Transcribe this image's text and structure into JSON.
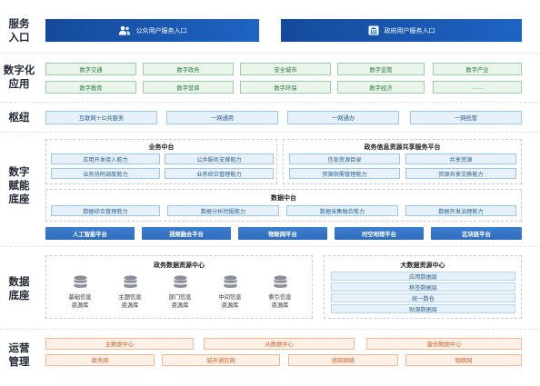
{
  "labels": {
    "entry": [
      "服务",
      "入口"
    ],
    "apps": [
      "数字化",
      "应用"
    ],
    "hub": [
      "枢纽"
    ],
    "empower": [
      "数字",
      "赋能",
      "底座"
    ],
    "database": [
      "数据",
      "底座"
    ],
    "ops": [
      "运营",
      "管理"
    ]
  },
  "entry": {
    "public": "公众用户服务入口",
    "gov": "政府用户服务入口"
  },
  "apps": {
    "row1": [
      "数字交通",
      "数字政务",
      "安全城市",
      "数字监管",
      "数字产业"
    ],
    "row2": [
      "数字教育",
      "数字营商",
      "数字环保",
      "数字经济",
      "……"
    ]
  },
  "hub": [
    "互联网+公共服务",
    "一网通用",
    "一网通办",
    "一网统管"
  ],
  "business": {
    "title": "业务中台",
    "cells": [
      "应用开发接入能力",
      "公共服务支撑能力",
      "业务协同调度能力",
      "业务综合管理能力"
    ]
  },
  "share": {
    "title": "政务信息资源共享服务平台",
    "cells": [
      "信息资源目录",
      "共享资源",
      "资源供需管理能力",
      "资源共享交换能力"
    ]
  },
  "datacenter": {
    "title": "数据中台",
    "cells": [
      "数据综合管理能力",
      "数据分析挖掘能力",
      "数据采集融合能力",
      "数据开发治理能力"
    ]
  },
  "platforms": [
    "人工智能平台",
    "视频融合平台",
    "物联网平台",
    "时空地理平台",
    "区块链平台"
  ],
  "govdata": {
    "title": "政务数据资源中心",
    "items": [
      [
        "基础信息",
        "资源库"
      ],
      [
        "主题信息",
        "资源库"
      ],
      [
        "部门信息",
        "资源库"
      ],
      [
        "中间信息",
        "资源库"
      ],
      [
        "索引信息",
        "资源库"
      ]
    ]
  },
  "bigdata": {
    "title": "大数据资源中心",
    "cells": [
      "应用数据层",
      "移签数据层",
      "统一数仓",
      "贴源数据层"
    ]
  },
  "ops": {
    "row1": [
      "主数据中心",
      "从数据中心",
      "备份数据中心"
    ],
    "row2": [
      "政务网",
      "城市通信网",
      "感知网络",
      "物联网"
    ]
  },
  "colors": {
    "entry_blue": "#1e5bb8",
    "green_fill": "#eaf6ec",
    "blue_fill": "#e6f1fb",
    "platform_blue": "#3274c6",
    "orange_fill": "#fdf0e7",
    "orange_text": "#d0652f"
  },
  "icons": {
    "public_entry": "users-icon",
    "gov_entry": "government-building-icon",
    "database": "database-icon"
  }
}
